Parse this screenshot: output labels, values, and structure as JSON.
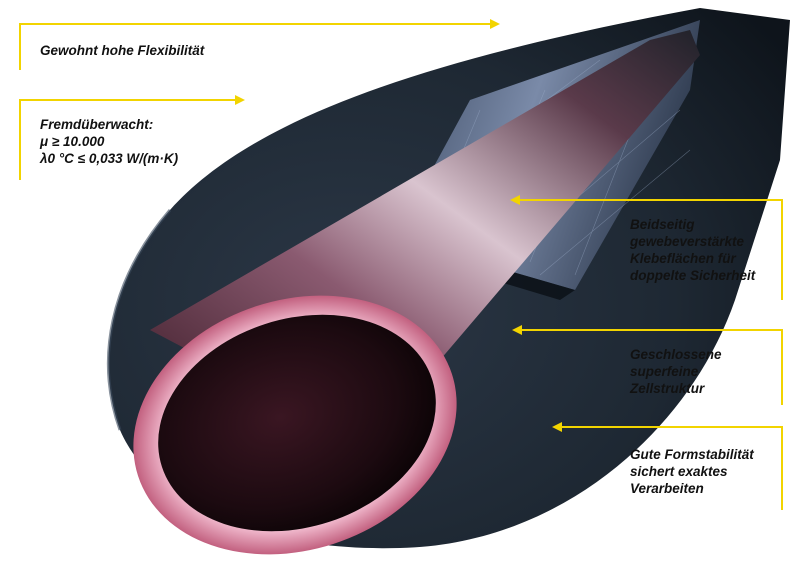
{
  "colors": {
    "callout_line": "#f2d400",
    "foam": "#1f2a36",
    "foam_dark": "#0f151d",
    "pipe_pink": "#e0a0b8",
    "pipe_inner": "#2a0f18",
    "fabric": "#4a5a75"
  },
  "labels": {
    "flexibility": [
      "Gewohnt hohe Flexibilität"
    ],
    "fremd": [
      "Fremdüberwacht:",
      "μ ≥ 10.000",
      "λ0 °C ≤ 0,033 W/(m·K)"
    ],
    "beidseitig": [
      "Beidseitig",
      "gewebeverstärkte",
      "Klebeflächen für",
      "doppelte Sicherheit"
    ],
    "geschlossen": [
      "Geschlossene",
      "superfeine",
      "Zellstruktur"
    ],
    "formstabil": [
      "Gute Formstabilität",
      "sichert exaktes",
      "Verarbeiten"
    ]
  }
}
